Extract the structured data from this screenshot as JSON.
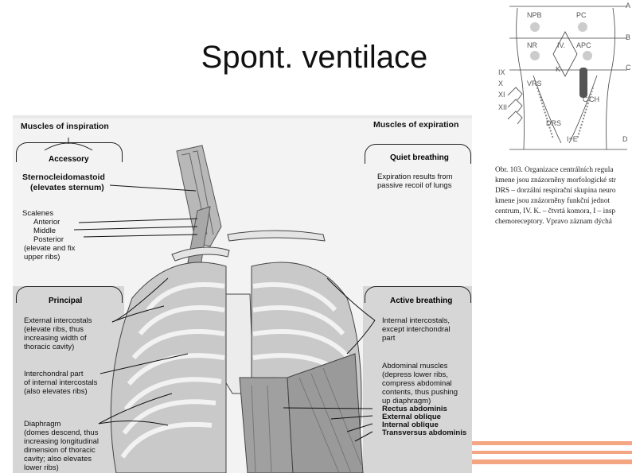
{
  "slide": {
    "title": "Spont. ventilace"
  },
  "figure": {
    "inspiration_header": "Muscles of inspiration",
    "accessory_tab": "Accessory",
    "sternocleido_1": "Sternocleidomastoid",
    "sternocleido_2": "(elevates sternum)",
    "scalenes": "Scalenes",
    "anterior": "Anterior",
    "middle": "Middle",
    "posterior": "Posterior",
    "scal_note_1": "(elevate and fix",
    "scal_note_2": "upper ribs)",
    "principal_tab": "Principal",
    "ext_ic_1": "External intercostals",
    "ext_ic_2": "(elevate ribs, thus",
    "ext_ic_3": "increasing width of",
    "ext_ic_4": "thoracic cavity)",
    "interch_1": "Interchondral part",
    "interch_2": "of internal intercostals",
    "interch_3": "(also elevates ribs)",
    "diaph_1": "Diaphragm",
    "diaph_2": "(domes descend, thus",
    "diaph_3": "increasing longitudinal",
    "diaph_4": "dimension of thoracic",
    "diaph_5": "cavity; also elevates",
    "diaph_6": "lower ribs)",
    "expiration_header": "Muscles of expiration",
    "quiet_tab": "Quiet breathing",
    "quiet_1": "Expiration results from",
    "quiet_2": "passive recoil of lungs",
    "active_tab": "Active breathing",
    "int_ic_1": "Internal intercostals,",
    "int_ic_2": "except interchondral",
    "int_ic_3": "part",
    "abd_1": "Abdominal muscles",
    "abd_2": "(depress lower ribs,",
    "abd_3": "compress abdominal",
    "abd_4": "contents, thus pushing",
    "abd_5": "up diaphragm)",
    "rectus": "Rectus abdominis",
    "ext_obl": "External oblique",
    "int_obl": "Internal oblique",
    "transv": "Transversus abdominis"
  },
  "brainstem": {
    "npb": "NPB",
    "pc": "PC",
    "nr": "NR",
    "iv": "IV.",
    "apc": "APC",
    "k": "K",
    "vrs": "VRS",
    "drs": "DRS",
    "ch": "CH",
    "c": "C",
    "ie": "I+E",
    "ix": "IX",
    "x": "X",
    "xi": "XI",
    "xii": "XII",
    "a": "A",
    "b": "B",
    "c_edge": "C",
    "d": "D"
  },
  "caption": {
    "line1": "Obr. 103. Organizace centrálních regula",
    "line2": "kmene jsou znázorněny morfologické str",
    "line3": "DRS – dorzální respirační skupina neuro",
    "line4": "kmene jsou znázorněny funkční jednot",
    "line5": "centrum, IV. K. – čtvrtá komora, I – insp",
    "line6": "chemoreceptory. Vpravo záznam dýchá"
  },
  "colors": {
    "stripe": "#f4a582",
    "panel_gray": "#d6d6d6",
    "muscle": "#8a8a8a"
  }
}
